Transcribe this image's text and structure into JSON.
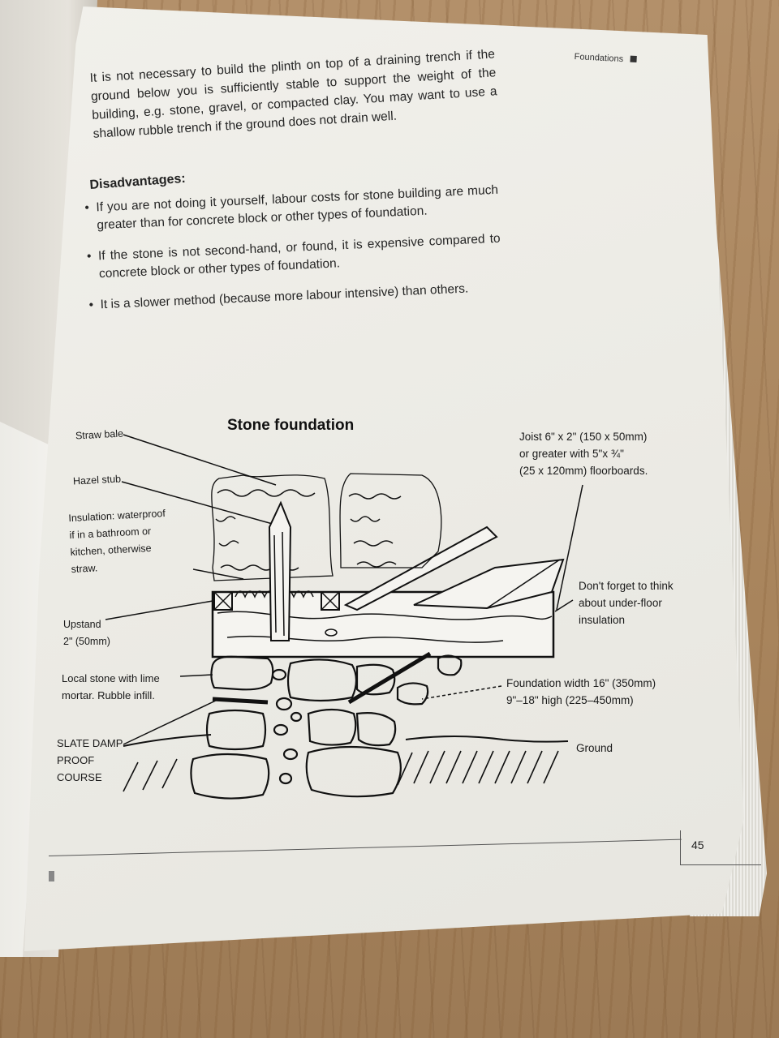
{
  "header": {
    "section": "Foundations"
  },
  "intro_paragraph": "It is not necessary to build the plinth on top of a draining trench if the ground below you is sufficiently stable to support the weight of the building, e.g. stone, gravel, or compacted clay. You may want to use a shallow rubble trench if the ground does not drain well.",
  "disadvantages": {
    "heading": "Disadvantages:",
    "items": [
      "If you are not doing it yourself, labour costs for stone building are much greater than for concrete block or other types of foundation.",
      "If the stone is not second-hand, or found, it is expensive compared to concrete block or other types of foundation.",
      "It is a slower method (because more labour intensive) than others."
    ]
  },
  "figure": {
    "title": "Stone foundation",
    "labels": {
      "straw_bale": "Straw bale",
      "hazel_stub": "Hazel stub",
      "insulation": "Insulation: waterproof\nif in a bathroom or\nkitchen, otherwise\nstraw.",
      "upstand": "Upstand\n2\" (50mm)",
      "local_stone": "Local stone with lime\nmortar. Rubble infill.",
      "slate": "SLATE DAMP\nPROOF\nCOURSE",
      "joist": "Joist 6\" x 2\" (150 x 50mm)\nor greater with 5\"x ¾\"\n(25 x 120mm) floorboards.",
      "underfloor": "Don't forget to think\nabout under-floor\ninsulation",
      "foundation_width": "Foundation width 16\" (350mm)\n9\"–18\" high (225–450mm)",
      "ground": "Ground"
    }
  },
  "footer": {
    "page_number": "45"
  }
}
